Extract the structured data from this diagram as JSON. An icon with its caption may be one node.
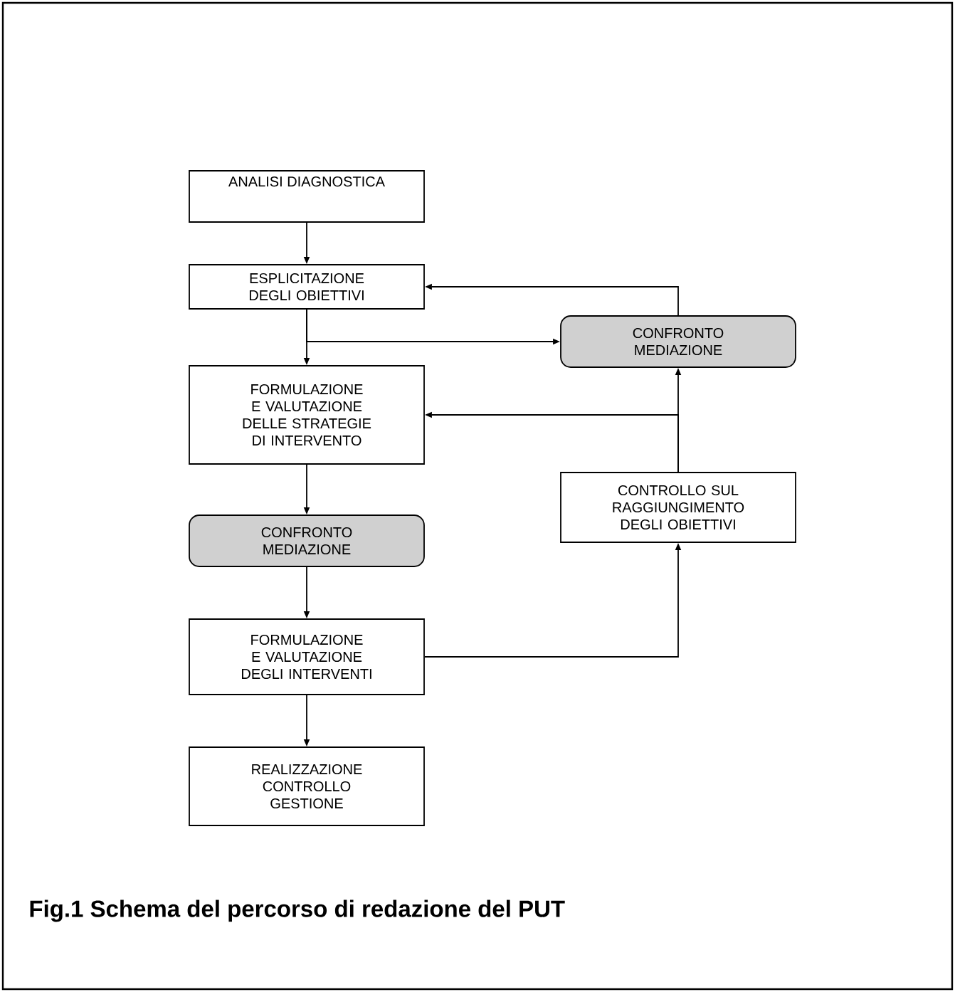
{
  "diagram": {
    "caption": "Fig.1 Schema del percorso di redazione del PUT",
    "nodes": [
      {
        "text": [
          "ANALISI DIAGNOSTICA"
        ]
      },
      {
        "text": [
          "ESPLICITAZIONE DEGLI OBIETTIVI"
        ]
      },
      {
        "text": [
          "CONFRONTO MEDIAZIONE"
        ]
      },
      {
        "text": [
          "FORMULAZIONE E VALUTAZIONE DELLE STRATEGIE DI INTERVENTO"
        ]
      },
      {
        "text": [
          "CONFRONTO MEDIAZIONE"
        ]
      },
      {
        "text": [
          "CONTROLLO SUL RAGGIUNGIMENTO DEGLI OBIETTIVI"
        ]
      },
      {
        "text": [
          "FORMULAZIONE E VALUTAZIONE DEGLI INTERVENTI"
        ]
      },
      {
        "text": [
          "REALIZZAZIONE CONTROLLO GESTIONE"
        ]
      }
    ],
    "edges": [
      {
        "from": 0,
        "to": 1,
        "arrow": "to"
      },
      {
        "from": 1,
        "to": 3,
        "arrow": "to"
      },
      {
        "from": 1,
        "to": 2,
        "arrow": "to"
      },
      {
        "from": 2,
        "to": 1,
        "arrow": "to"
      },
      {
        "from": 3,
        "to": 4,
        "arrow": "to"
      },
      {
        "from": 5,
        "to": 2,
        "arrow": "to"
      },
      {
        "from": 5,
        "to": 3,
        "arrow": "to"
      },
      {
        "from": 4,
        "to": 6,
        "arrow": "to"
      },
      {
        "from": 6,
        "to": 5,
        "arrow": "to"
      },
      {
        "from": 6,
        "to": 7,
        "arrow": "to"
      }
    ]
  }
}
